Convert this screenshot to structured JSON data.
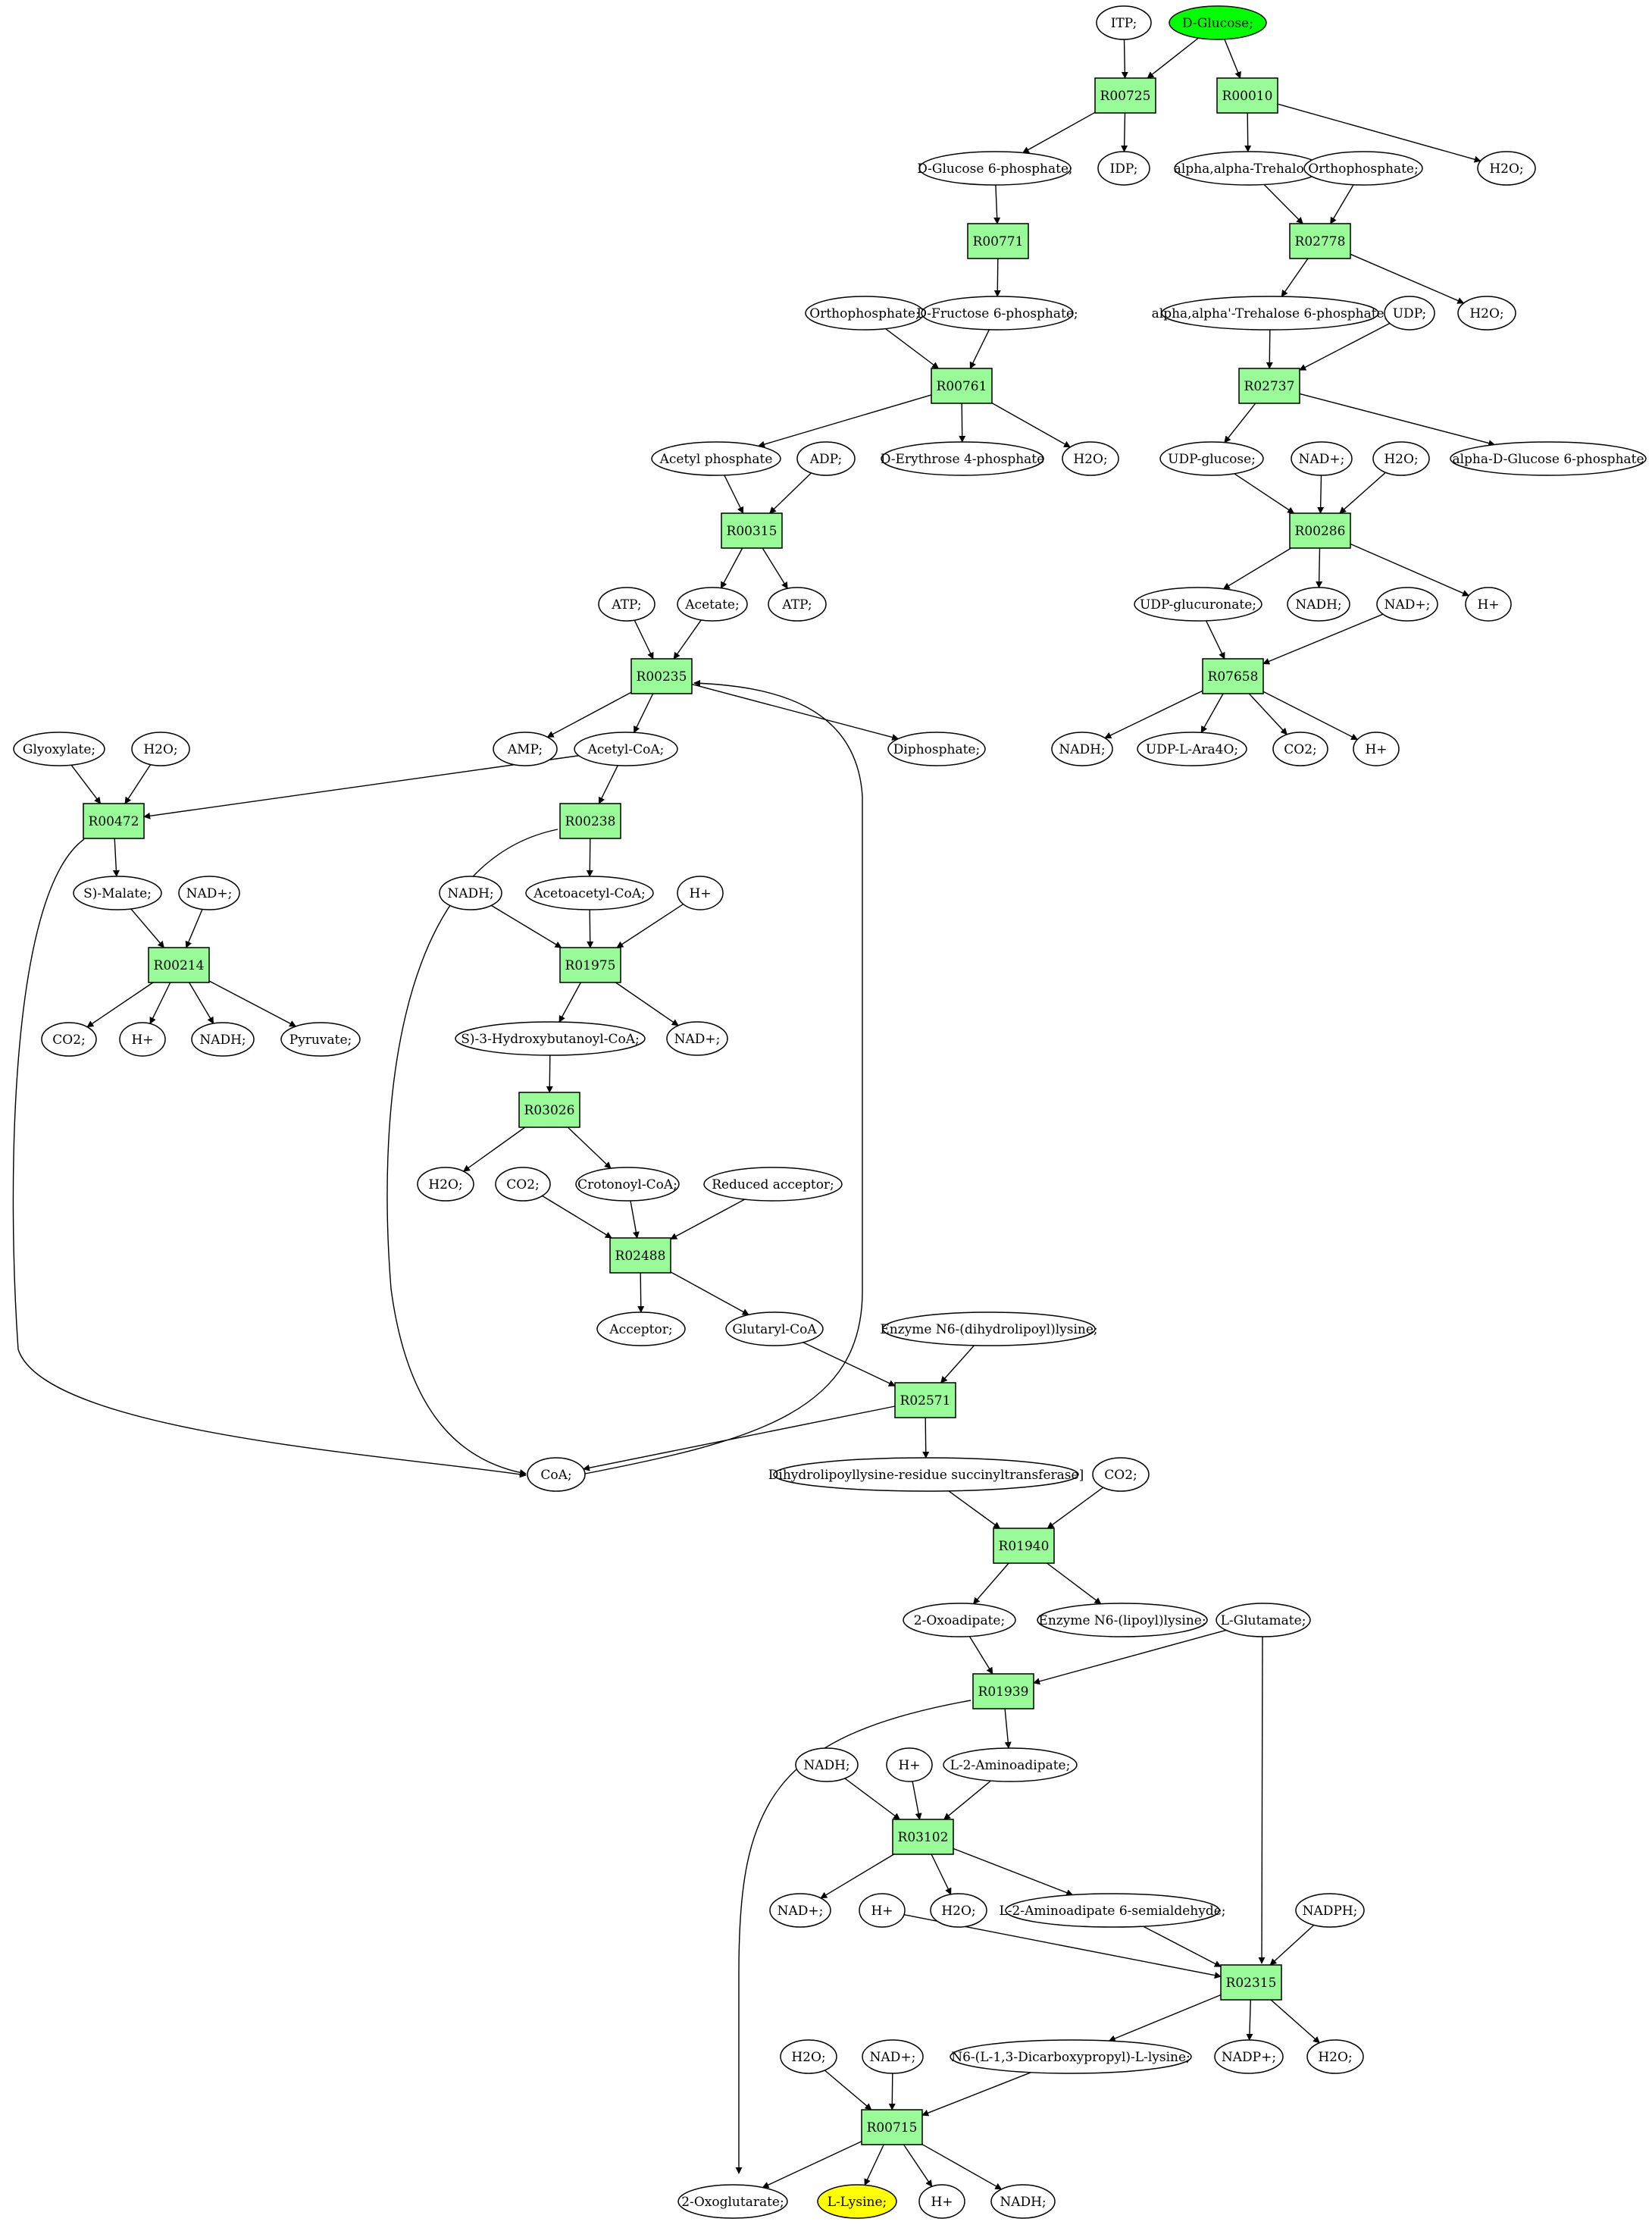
{
  "highlight_colors": {
    "source": "#00ff00",
    "target": "#ffff00",
    "reaction": "#98fb98"
  },
  "reactions": [
    {
      "id": "r00725",
      "label": "R00725"
    },
    {
      "id": "r00010",
      "label": "R00010"
    },
    {
      "id": "r00771",
      "label": "R00771"
    },
    {
      "id": "r02778",
      "label": "R02778"
    },
    {
      "id": "r00761",
      "label": "R00761"
    },
    {
      "id": "r02737",
      "label": "R02737"
    },
    {
      "id": "r00315",
      "label": "R00315"
    },
    {
      "id": "r00286",
      "label": "R00286"
    },
    {
      "id": "r00235",
      "label": "R00235"
    },
    {
      "id": "r07658",
      "label": "R07658"
    },
    {
      "id": "r00472",
      "label": "R00472"
    },
    {
      "id": "r00238",
      "label": "R00238"
    },
    {
      "id": "r00214",
      "label": "R00214"
    },
    {
      "id": "r01975",
      "label": "R01975"
    },
    {
      "id": "r03026",
      "label": "R03026"
    },
    {
      "id": "r02488",
      "label": "R02488"
    },
    {
      "id": "r02571",
      "label": "R02571"
    },
    {
      "id": "r01940",
      "label": "R01940"
    },
    {
      "id": "r01939",
      "label": "R01939"
    },
    {
      "id": "r03102",
      "label": "R03102"
    },
    {
      "id": "r02315",
      "label": "R02315"
    },
    {
      "id": "r00715",
      "label": "R00715"
    }
  ],
  "compounds": [
    {
      "id": "itp",
      "label": "ITP;"
    },
    {
      "id": "dglucose",
      "label": "D-Glucose;",
      "highlight": "source"
    },
    {
      "id": "g6p",
      "label": "D-Glucose 6-phosphate;"
    },
    {
      "id": "idp",
      "label": "IDP;"
    },
    {
      "id": "trehalose",
      "label": "alpha,alpha-Trehalose;"
    },
    {
      "id": "pi1",
      "label": "Orthophosphate;"
    },
    {
      "id": "h2o_a",
      "label": "H2O;"
    },
    {
      "id": "pi2",
      "label": "Orthophosphate;"
    },
    {
      "id": "f6p",
      "label": "D-Fructose 6-phosphate;"
    },
    {
      "id": "t6p",
      "label": "alpha,alpha'-Trehalose 6-phosphate;"
    },
    {
      "id": "udp",
      "label": "UDP;"
    },
    {
      "id": "h2o_b",
      "label": "H2O;"
    },
    {
      "id": "acp",
      "label": "Acetyl phosphate"
    },
    {
      "id": "adp",
      "label": "ADP;"
    },
    {
      "id": "e4p",
      "label": "D-Erythrose 4-phosphate"
    },
    {
      "id": "h2o_c",
      "label": "H2O;"
    },
    {
      "id": "udpglc",
      "label": "UDP-glucose;"
    },
    {
      "id": "nadp_1",
      "label": "NAD+;"
    },
    {
      "id": "h2o_d",
      "label": "H2O;"
    },
    {
      "id": "ag6p",
      "label": "alpha-D-Glucose 6-phosphate"
    },
    {
      "id": "atp1",
      "label": "ATP;"
    },
    {
      "id": "acetate",
      "label": "Acetate;"
    },
    {
      "id": "atp2",
      "label": "ATP;"
    },
    {
      "id": "udpglcu",
      "label": "UDP-glucuronate;"
    },
    {
      "id": "nadh_1",
      "label": "NADH;"
    },
    {
      "id": "nadp_2",
      "label": "NAD+;"
    },
    {
      "id": "hp_1",
      "label": "H+"
    },
    {
      "id": "glyox",
      "label": "Glyoxylate;"
    },
    {
      "id": "h2o_e",
      "label": "H2O;"
    },
    {
      "id": "amp",
      "label": "AMP;"
    },
    {
      "id": "accoa",
      "label": "Acetyl-CoA;"
    },
    {
      "id": "ppi",
      "label": "Diphosphate;"
    },
    {
      "id": "nadh_2",
      "label": "NADH;"
    },
    {
      "id": "udpara",
      "label": "UDP-L-Ara4O;"
    },
    {
      "id": "co2_1",
      "label": "CO2;"
    },
    {
      "id": "hp_2",
      "label": "H+"
    },
    {
      "id": "malate",
      "label": "S)-Malate;"
    },
    {
      "id": "nadp_3",
      "label": "NAD+;"
    },
    {
      "id": "nadh_3",
      "label": "NADH;"
    },
    {
      "id": "aacoa",
      "label": "Acetoacetyl-CoA;"
    },
    {
      "id": "hp_3",
      "label": "H+"
    },
    {
      "id": "co2_2",
      "label": "CO2;"
    },
    {
      "id": "hp_4",
      "label": "H+"
    },
    {
      "id": "nadh_4",
      "label": "NADH;"
    },
    {
      "id": "pyr",
      "label": "Pyruvate;"
    },
    {
      "id": "hbcoa",
      "label": "S)-3-Hydroxybutanoyl-CoA;"
    },
    {
      "id": "nadp_4",
      "label": "NAD+;"
    },
    {
      "id": "h2o_f",
      "label": "H2O;"
    },
    {
      "id": "co2_3",
      "label": "CO2;"
    },
    {
      "id": "crcoa",
      "label": "Crotonoyl-CoA;"
    },
    {
      "id": "redacc",
      "label": "Reduced acceptor;"
    },
    {
      "id": "acc",
      "label": "Acceptor;"
    },
    {
      "id": "glcoa",
      "label": "Glutaryl-CoA"
    },
    {
      "id": "enzdh",
      "label": "Enzyme N6-(dihydrolipoyl)lysine;"
    },
    {
      "id": "coa",
      "label": "CoA;"
    },
    {
      "id": "dhls",
      "label": "Dihydrolipoyllysine-residue succinyltransferase]"
    },
    {
      "id": "co2_4",
      "label": "CO2;"
    },
    {
      "id": "oxoad",
      "label": "2-Oxoadipate;"
    },
    {
      "id": "enzlip",
      "label": "Enzyme N6-(lipoyl)lysine;"
    },
    {
      "id": "glu",
      "label": "L-Glutamate;"
    },
    {
      "id": "nadh_5",
      "label": "NADH;"
    },
    {
      "id": "hp_5",
      "label": "H+"
    },
    {
      "id": "aad",
      "label": "L-2-Aminoadipate;"
    },
    {
      "id": "nadp_5",
      "label": "NAD+;"
    },
    {
      "id": "hp_6",
      "label": "H+"
    },
    {
      "id": "h2o_g",
      "label": "H2O;"
    },
    {
      "id": "aasa",
      "label": "L-2-Aminoadipate 6-semialdehyde;"
    },
    {
      "id": "nadph",
      "label": "NADPH;"
    },
    {
      "id": "h2o_h",
      "label": "H2O;"
    },
    {
      "id": "nadp_6",
      "label": "NAD+;"
    },
    {
      "id": "saccharopine",
      "label": "N6-(L-1,3-Dicarboxypropyl)-L-lysine;"
    },
    {
      "id": "nadpplus",
      "label": "NADP+;"
    },
    {
      "id": "h2o_i",
      "label": "H2O;"
    },
    {
      "id": "oxoglu",
      "label": "2-Oxoglutarate;"
    },
    {
      "id": "lys",
      "label": "L-Lysine;",
      "highlight": "target"
    },
    {
      "id": "hp_7",
      "label": "H+"
    },
    {
      "id": "nadh_6",
      "label": "NADH;"
    }
  ],
  "edges": [
    [
      "itp",
      "r00725"
    ],
    [
      "dglucose",
      "r00725"
    ],
    [
      "r00725",
      "g6p"
    ],
    [
      "r00725",
      "idp"
    ],
    [
      "dglucose",
      "r00010"
    ],
    [
      "r00010",
      "trehalose"
    ],
    [
      "r00010",
      "h2o_a"
    ],
    [
      "g6p",
      "r00771"
    ],
    [
      "r00771",
      "f6p"
    ],
    [
      "trehalose",
      "r02778"
    ],
    [
      "pi1",
      "r02778"
    ],
    [
      "r02778",
      "t6p"
    ],
    [
      "r02778",
      "h2o_b"
    ],
    [
      "pi2",
      "r00761"
    ],
    [
      "f6p",
      "r00761"
    ],
    [
      "r00761",
      "acp"
    ],
    [
      "r00761",
      "e4p"
    ],
    [
      "r00761",
      "h2o_c"
    ],
    [
      "t6p",
      "r02737"
    ],
    [
      "udp",
      "r02737"
    ],
    [
      "r02737",
      "udpglc"
    ],
    [
      "r02737",
      "ag6p"
    ],
    [
      "acp",
      "r00315"
    ],
    [
      "adp",
      "r00315"
    ],
    [
      "r00315",
      "acetate"
    ],
    [
      "r00315",
      "atp2"
    ],
    [
      "udpglc",
      "r00286"
    ],
    [
      "nadp_1",
      "r00286"
    ],
    [
      "h2o_d",
      "r00286"
    ],
    [
      "r00286",
      "udpglcu"
    ],
    [
      "r00286",
      "nadh_1"
    ],
    [
      "r00286",
      "hp_1"
    ],
    [
      "atp1",
      "r00235"
    ],
    [
      "acetate",
      "r00235"
    ],
    [
      "r00235",
      "amp"
    ],
    [
      "r00235",
      "accoa"
    ],
    [
      "r00235",
      "ppi"
    ],
    [
      "coa",
      "r00235"
    ],
    [
      "udpglcu",
      "r07658"
    ],
    [
      "nadp_2",
      "r07658"
    ],
    [
      "r07658",
      "nadh_2"
    ],
    [
      "r07658",
      "udpara"
    ],
    [
      "r07658",
      "co2_1"
    ],
    [
      "r07658",
      "hp_2"
    ],
    [
      "glyox",
      "r00472"
    ],
    [
      "h2o_e",
      "r00472"
    ],
    [
      "accoa",
      "r00472"
    ],
    [
      "r00472",
      "malate"
    ],
    [
      "r00472",
      "coa"
    ],
    [
      "accoa",
      "r00238"
    ],
    [
      "r00238",
      "aacoa"
    ],
    [
      "r00238",
      "coa"
    ],
    [
      "malate",
      "r00214"
    ],
    [
      "nadp_3",
      "r00214"
    ],
    [
      "r00214",
      "co2_2"
    ],
    [
      "r00214",
      "hp_4"
    ],
    [
      "r00214",
      "nadh_4"
    ],
    [
      "r00214",
      "pyr"
    ],
    [
      "nadh_3",
      "r01975"
    ],
    [
      "aacoa",
      "r01975"
    ],
    [
      "hp_3",
      "r01975"
    ],
    [
      "r01975",
      "hbcoa"
    ],
    [
      "r01975",
      "nadp_4"
    ],
    [
      "hbcoa",
      "r03026"
    ],
    [
      "r03026",
      "h2o_f"
    ],
    [
      "r03026",
      "crcoa"
    ],
    [
      "co2_3",
      "r02488"
    ],
    [
      "crcoa",
      "r02488"
    ],
    [
      "redacc",
      "r02488"
    ],
    [
      "r02488",
      "acc"
    ],
    [
      "r02488",
      "glcoa"
    ],
    [
      "glcoa",
      "r02571"
    ],
    [
      "enzdh",
      "r02571"
    ],
    [
      "r02571",
      "coa"
    ],
    [
      "r02571",
      "dhls"
    ],
    [
      "dhls",
      "r01940"
    ],
    [
      "co2_4",
      "r01940"
    ],
    [
      "r01940",
      "oxoad"
    ],
    [
      "r01940",
      "enzlip"
    ],
    [
      "oxoad",
      "r01939"
    ],
    [
      "glu",
      "r01939"
    ],
    [
      "r01939",
      "aad"
    ],
    [
      "r01939",
      "oxoglu"
    ],
    [
      "nadh_5",
      "r03102"
    ],
    [
      "hp_5",
      "r03102"
    ],
    [
      "aad",
      "r03102"
    ],
    [
      "r03102",
      "nadp_5"
    ],
    [
      "r03102",
      "h2o_g"
    ],
    [
      "r03102",
      "aasa"
    ],
    [
      "aasa",
      "r02315"
    ],
    [
      "hp_6",
      "r02315"
    ],
    [
      "nadph",
      "r02315"
    ],
    [
      "glu",
      "r02315"
    ],
    [
      "r02315",
      "saccharopine"
    ],
    [
      "r02315",
      "nadpplus"
    ],
    [
      "r02315",
      "h2o_i"
    ],
    [
      "h2o_h",
      "r00715"
    ],
    [
      "nadp_6",
      "r00715"
    ],
    [
      "saccharopine",
      "r00715"
    ],
    [
      "r00715",
      "oxoglu"
    ],
    [
      "r00715",
      "lys"
    ],
    [
      "r00715",
      "hp_7"
    ],
    [
      "r00715",
      "nadh_6"
    ]
  ]
}
